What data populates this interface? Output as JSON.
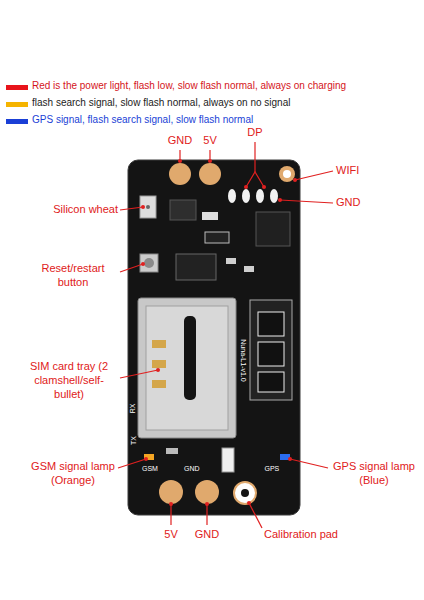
{
  "diagram": {
    "labels": [
      "GND",
      "5V",
      "DP",
      "WIFI",
      "GND",
      "Silicon wheat",
      "Reset/restart button",
      "SIM card tray (2 clamshell/self-bullet)",
      "GSM signal lamp (Orange)",
      "GPS signal lamp (Blue)",
      "5V",
      "GND",
      "Calibration pad",
      "Nuna-L1-v1.0",
      "RX",
      "TX",
      "GSM",
      "GND",
      "GPS"
    ],
    "legend": [
      {
        "text": "Red is the power light, flash low, slow flash normal, always on charging",
        "color": "#e8141b"
      },
      {
        "text": "flash search signal, slow flash normal, always on no signal",
        "color": "#f5b400"
      },
      {
        "text": "GPS signal, flash search signal, slow flash normal",
        "color": "#1a3fd6"
      }
    ]
  }
}
